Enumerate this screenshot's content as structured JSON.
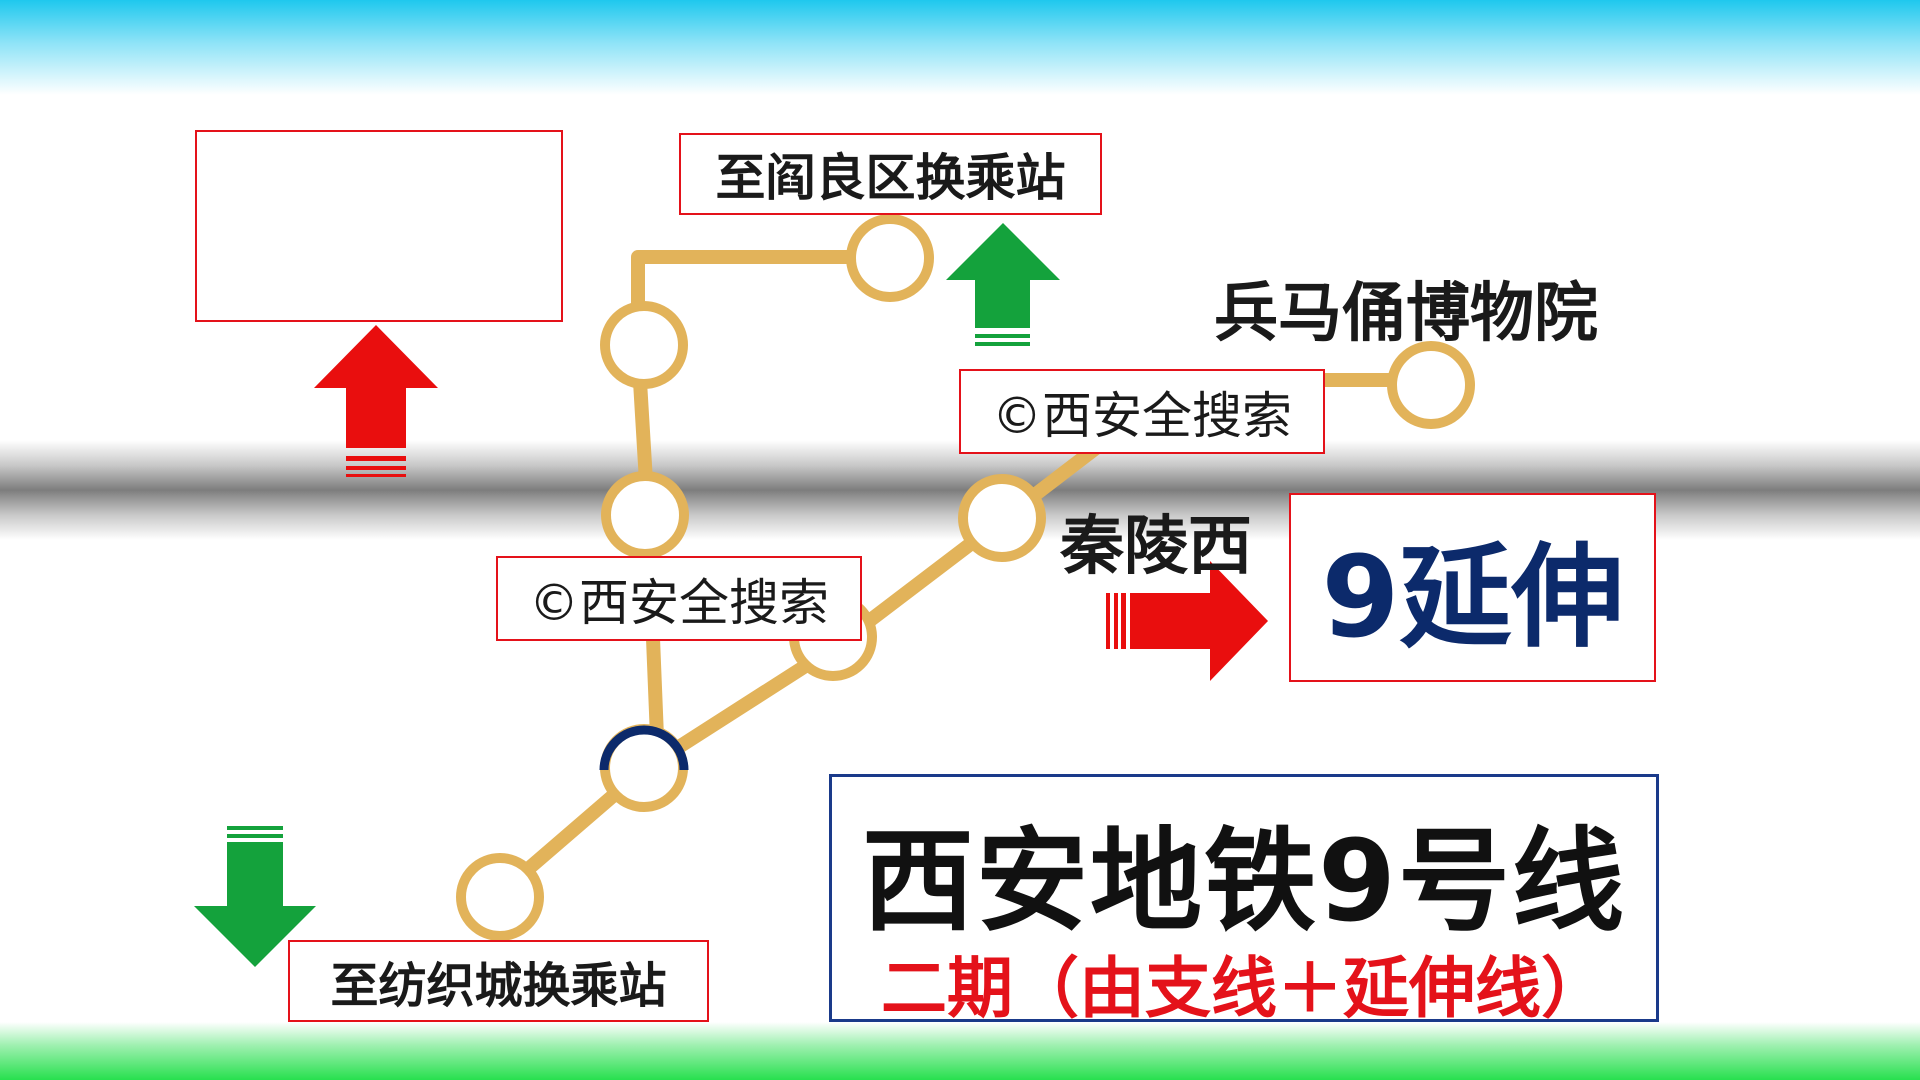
{
  "colors": {
    "line": "#e2b35a",
    "station_fill": "#ffffff",
    "interchange_arc": "#0c2a6b",
    "arrow_red": "#e90e0e",
    "arrow_green": "#14a23c",
    "box_border_red": "#e4121a",
    "title_border_blue": "#1a3a8a",
    "extension_text_blue": "#0c2a6b",
    "subtitle_red": "#e4121a"
  },
  "labels": {
    "yanliang": "至阎良区换乘站",
    "terracotta": "兵马俑博物院",
    "watermark_upper": "©西安全搜索",
    "watermark_lower": "©西安全搜索",
    "qinling_west": "秦陵西",
    "extension": "9延伸",
    "fangzhi": "至纺织城换乘站"
  },
  "title_block": {
    "title": "西安地铁9号线",
    "subtitle": "二期（由支线＋延伸线）"
  },
  "icons": {
    "up_red": "arrow-up-icon",
    "up_green": "arrow-up-icon",
    "right_red": "arrow-right-icon",
    "down_green": "arrow-down-icon"
  }
}
